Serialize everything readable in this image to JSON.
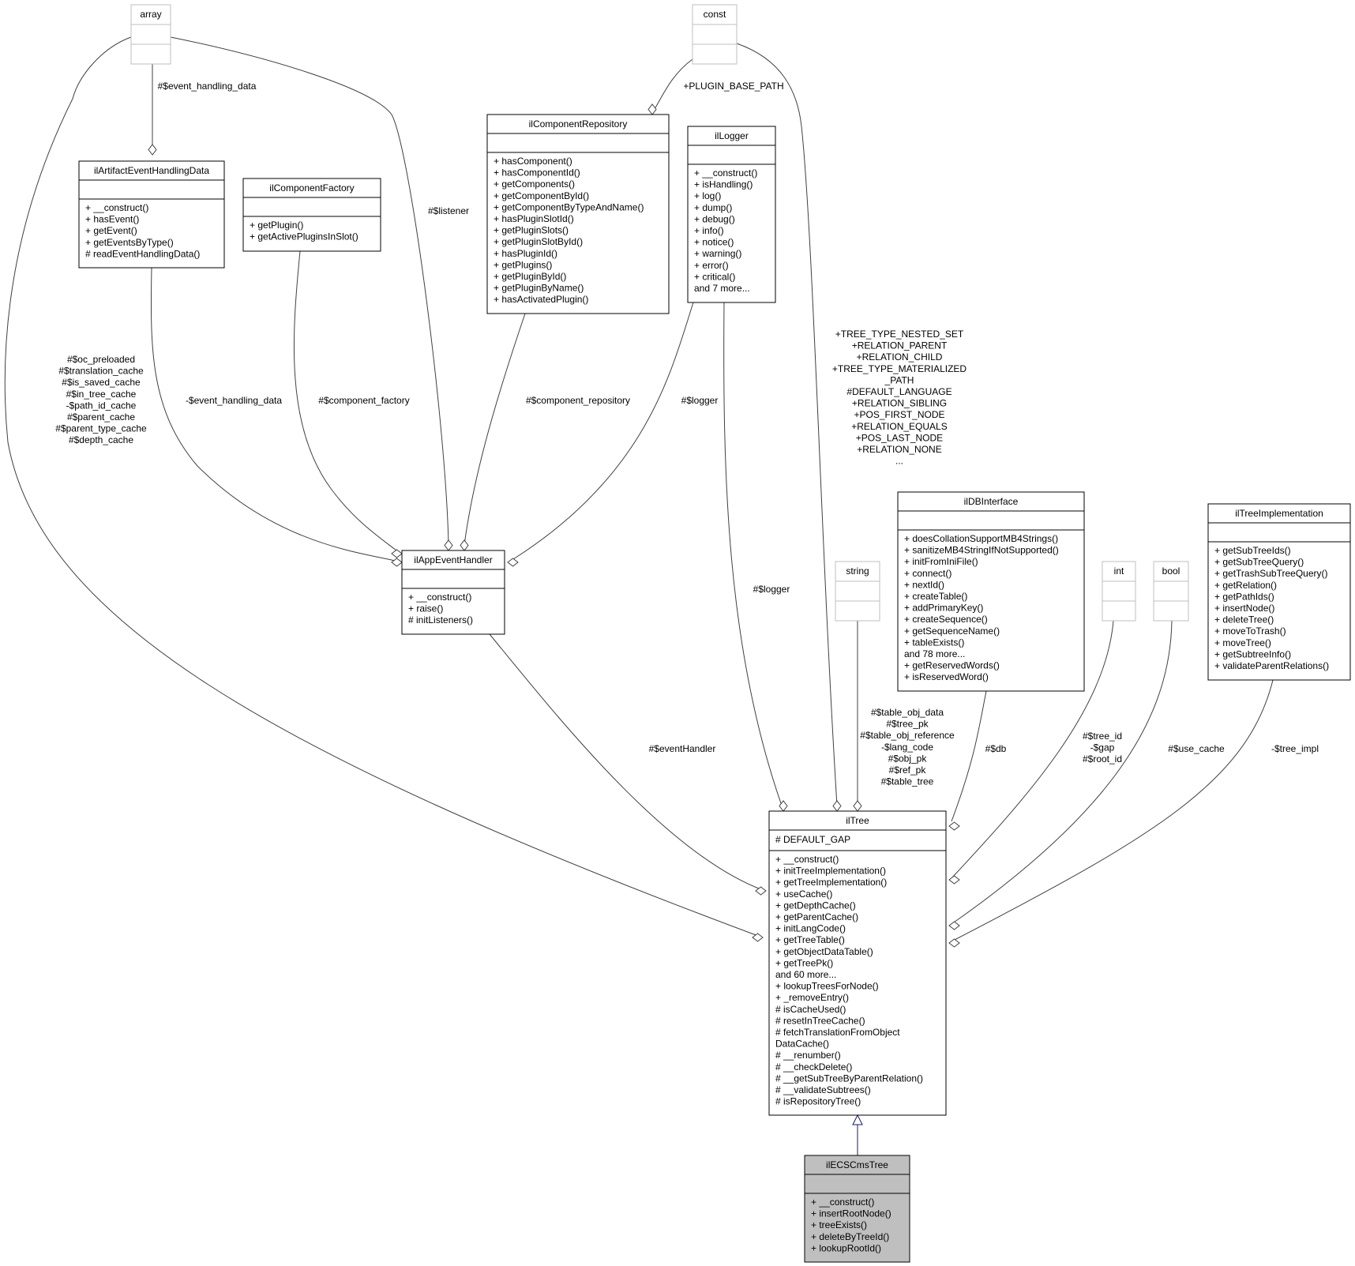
{
  "classes": [
    {
      "id": "array",
      "name": "array",
      "external": true,
      "attributes": [],
      "methods": []
    },
    {
      "id": "const",
      "name": "const",
      "external": true,
      "attributes": [],
      "methods": []
    },
    {
      "id": "string",
      "name": "string",
      "external": true,
      "attributes": [],
      "methods": []
    },
    {
      "id": "int",
      "name": "int",
      "external": true,
      "attributes": [],
      "methods": []
    },
    {
      "id": "bool",
      "name": "bool",
      "external": true,
      "attributes": [],
      "methods": []
    },
    {
      "id": "ilArtifactEventHandlingData",
      "name": "ilArtifactEventHandlingData",
      "attributes": [],
      "methods": [
        "+ __construct()",
        "+ hasEvent()",
        "+ getEvent()",
        "+ getEventsByType()",
        "# readEventHandlingData()"
      ]
    },
    {
      "id": "ilComponentFactory",
      "name": "ilComponentFactory",
      "attributes": [],
      "methods": [
        "+ getPlugin()",
        "+ getActivePluginsInSlot()"
      ]
    },
    {
      "id": "ilComponentRepository",
      "name": "ilComponentRepository",
      "attributes": [],
      "methods": [
        "+ hasComponent()",
        "+ hasComponentId()",
        "+ getComponents()",
        "+ getComponentById()",
        "+ getComponentByTypeAndName()",
        "+ hasPluginSlotId()",
        "+ getPluginSlots()",
        "+ getPluginSlotById()",
        "+ hasPluginId()",
        "+ getPlugins()",
        "+ getPluginById()",
        "+ getPluginByName()",
        "+ hasActivatedPlugin()"
      ]
    },
    {
      "id": "ilLogger",
      "name": "ilLogger",
      "attributes": [],
      "methods": [
        "+ __construct()",
        "+ isHandling()",
        "+ log()",
        "+ dump()",
        "+ debug()",
        "+ info()",
        "+ notice()",
        "+ warning()",
        "+ error()",
        "+ critical()",
        "and 7 more..."
      ]
    },
    {
      "id": "ilAppEventHandler",
      "name": "ilAppEventHandler",
      "attributes": [],
      "methods": [
        "+ __construct()",
        "+ raise()",
        "# initListeners()"
      ]
    },
    {
      "id": "ilDBInterface",
      "name": "ilDBInterface",
      "attributes": [],
      "methods": [
        "+ doesCollationSupportMB4Strings()",
        "+ sanitizeMB4StringIfNotSupported()",
        "+ initFromIniFile()",
        "+ connect()",
        "+ nextId()",
        "+ createTable()",
        "+ addPrimaryKey()",
        "+ createSequence()",
        "+ getSequenceName()",
        "+ tableExists()",
        "and 78 more...",
        "+ getReservedWords()",
        "+ isReservedWord()"
      ]
    },
    {
      "id": "ilTreeImplementation",
      "name": "ilTreeImplementation",
      "attributes": [],
      "methods": [
        "+ getSubTreeIds()",
        "+ getSubTreeQuery()",
        "+ getTrashSubTreeQuery()",
        "+ getRelation()",
        "+ getPathIds()",
        "+ insertNode()",
        "+ deleteTree()",
        "+ moveToTrash()",
        "+ moveTree()",
        "+ getSubtreeInfo()",
        "+ validateParentRelations()"
      ]
    },
    {
      "id": "ilTree",
      "name": "ilTree",
      "attributes": [
        "# DEFAULT_GAP"
      ],
      "methods": [
        "+ __construct()",
        "+ initTreeImplementation()",
        "+ getTreeImplementation()",
        "+ useCache()",
        "+ getDepthCache()",
        "+ getParentCache()",
        "+ initLangCode()",
        "+ getTreeTable()",
        "+ getObjectDataTable()",
        "+ getTreePk()",
        "and 60 more...",
        "+ lookupTreesForNode()",
        "+ _removeEntry()",
        "# isCacheUsed()",
        "# resetInTreeCache()",
        "# fetchTranslationFromObject",
        "DataCache()",
        "# __renumber()",
        "# __checkDelete()",
        "# __getSubTreeByParentRelation()",
        "# __validateSubtrees()",
        "# isRepositoryTree()"
      ]
    },
    {
      "id": "ilECSCmsTree",
      "name": "ilECSCmsTree",
      "highlighted": true,
      "attributes": [],
      "methods": [
        "+ __construct()",
        "+ insertRootNode()",
        "+ treeExists()",
        "+ deleteByTreeId()",
        "+ lookupRootId()"
      ]
    }
  ],
  "relations": [
    {
      "id": "array-artifact",
      "type": "aggregation",
      "from": "array",
      "to": "ilArtifactEventHandlingData",
      "labels": [
        "#$event_handling_data"
      ]
    },
    {
      "id": "array-appevent",
      "type": "aggregation",
      "from": "array",
      "to": "ilAppEventHandler",
      "labels": [
        "#$listener"
      ]
    },
    {
      "id": "array-iltree",
      "type": "aggregation",
      "from": "array",
      "to": "ilTree",
      "labels": [
        "#$oc_preloaded",
        "#$translation_cache",
        "#$is_saved_cache",
        "#$in_tree_cache",
        "-$path_id_cache",
        "#$parent_cache",
        "#$parent_type_cache",
        "#$depth_cache"
      ]
    },
    {
      "id": "const-comprepo",
      "type": "aggregation",
      "from": "const",
      "to": "ilComponentRepository",
      "labels": [
        "+PLUGIN_BASE_PATH"
      ]
    },
    {
      "id": "const-iltree",
      "type": "aggregation",
      "from": "const",
      "to": "ilTree",
      "labels": [
        "+TREE_TYPE_NESTED_SET",
        "+RELATION_PARENT",
        "+RELATION_CHILD",
        "+TREE_TYPE_MATERIALIZED",
        "_PATH",
        "#DEFAULT_LANGUAGE",
        "+RELATION_SIBLING",
        "+POS_FIRST_NODE",
        "+RELATION_EQUALS",
        "+POS_LAST_NODE",
        "+RELATION_NONE",
        "..."
      ]
    },
    {
      "id": "artifact-appevent",
      "type": "aggregation",
      "from": "ilArtifactEventHandlingData",
      "to": "ilAppEventHandler",
      "labels": [
        "-$event_handling_data"
      ]
    },
    {
      "id": "factory-appevent",
      "type": "aggregation",
      "from": "ilComponentFactory",
      "to": "ilAppEventHandler",
      "labels": [
        "#$component_factory"
      ]
    },
    {
      "id": "comprepo-appevent",
      "type": "aggregation",
      "from": "ilComponentRepository",
      "to": "ilAppEventHandler",
      "labels": [
        "#$component_repository"
      ]
    },
    {
      "id": "logger-appevent",
      "type": "aggregation",
      "from": "ilLogger",
      "to": "ilAppEventHandler",
      "labels": [
        "#$logger"
      ]
    },
    {
      "id": "logger-iltree",
      "type": "aggregation",
      "from": "ilLogger",
      "to": "ilTree",
      "labels": [
        "#$logger"
      ]
    },
    {
      "id": "appevent-iltree",
      "type": "aggregation",
      "from": "ilAppEventHandler",
      "to": "ilTree",
      "labels": [
        "#$eventHandler"
      ]
    },
    {
      "id": "string-iltree",
      "type": "aggregation",
      "from": "string",
      "to": "ilTree",
      "labels": [
        "#$table_obj_data",
        "#$tree_pk",
        "#$table_obj_reference",
        "-$lang_code",
        "#$obj_pk",
        "#$ref_pk",
        "#$table_tree"
      ]
    },
    {
      "id": "db-iltree",
      "type": "aggregation",
      "from": "ilDBInterface",
      "to": "ilTree",
      "labels": [
        "#$db"
      ]
    },
    {
      "id": "int-iltree",
      "type": "aggregation",
      "from": "int",
      "to": "ilTree",
      "labels": [
        "#$tree_id",
        "-$gap",
        "#$root_id"
      ]
    },
    {
      "id": "bool-iltree",
      "type": "aggregation",
      "from": "bool",
      "to": "ilTree",
      "labels": [
        "#$use_cache"
      ]
    },
    {
      "id": "treeimpl-iltree",
      "type": "aggregation",
      "from": "ilTreeImplementation",
      "to": "ilTree",
      "labels": [
        "-$tree_impl"
      ]
    },
    {
      "id": "iltree-ecs",
      "type": "inheritance",
      "from": "ilTree",
      "to": "ilECSCmsTree",
      "labels": []
    }
  ],
  "colors": {
    "box_border": "#000000",
    "external_border": "#bfbfbf",
    "highlight_fill": "#bfbfbf",
    "edge": "#404040",
    "inheritance_edge": "#191970"
  }
}
